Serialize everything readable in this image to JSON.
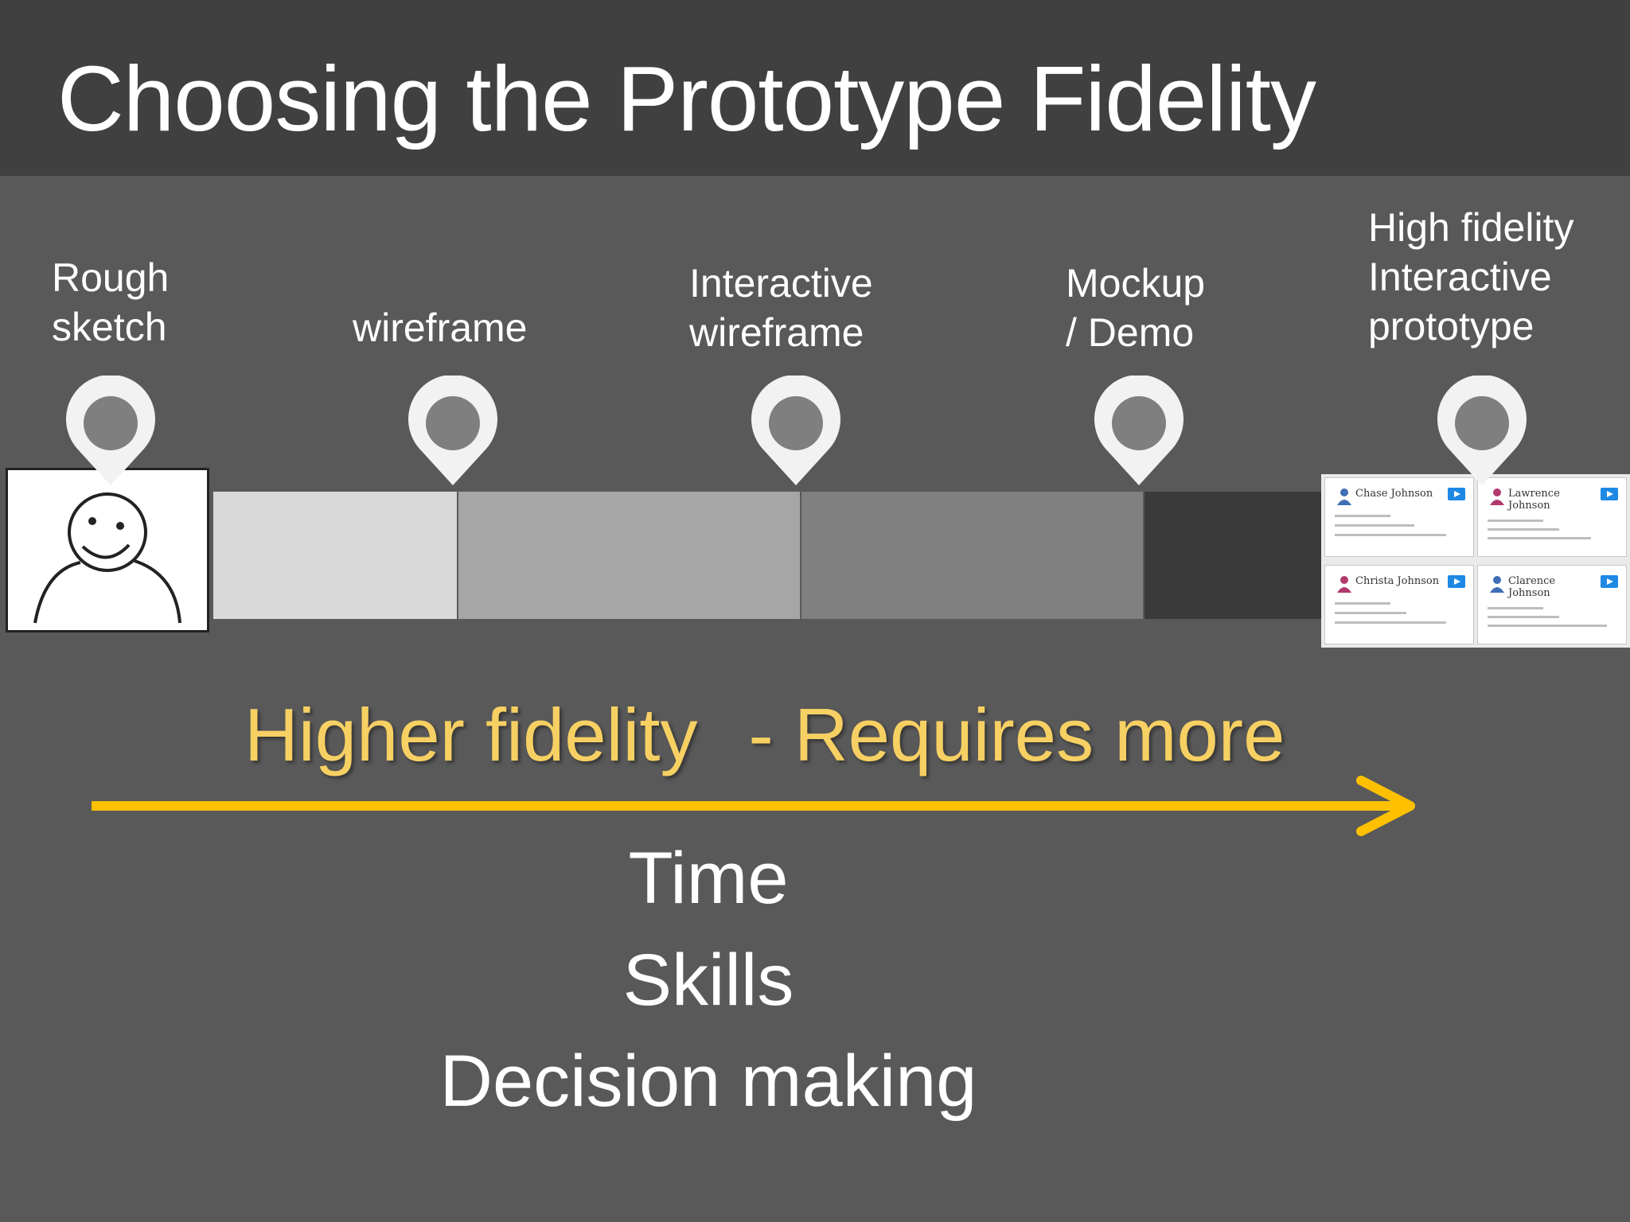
{
  "title": "Choosing the Prototype Fidelity",
  "stages": [
    {
      "label": "Rough\nsketch"
    },
    {
      "label": "wireframe"
    },
    {
      "label": "Interactive\nwireframe"
    },
    {
      "label": "Mockup\n/ Demo"
    },
    {
      "label": "High fidelity\nInteractive\nprototype"
    }
  ],
  "hifi_cards": [
    {
      "name": "Chase Johnson"
    },
    {
      "name": "Lawrence Johnson"
    },
    {
      "name": "Christa Johnson"
    },
    {
      "name": "Clarence Johnson"
    }
  ],
  "highlight": {
    "part1": "Higher fidelity",
    "part2": "- Requires more"
  },
  "requirements": [
    "Time",
    "Skills",
    "Decision making"
  ],
  "colors": {
    "title_bar": "#404040",
    "background": "#595959",
    "accent": "#f7d063",
    "arrow": "#ffc000",
    "bar_segments": [
      "#d9d9d9",
      "#a6a6a6",
      "#808080",
      "#3a3a3a"
    ]
  }
}
